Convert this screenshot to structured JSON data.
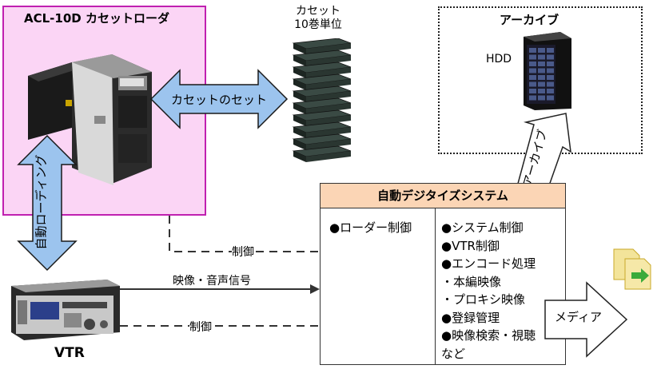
{
  "loader": {
    "title": "ACL-10D カセットローダ"
  },
  "cassette": {
    "title_line1": "カセット",
    "title_line2": "10巻単位"
  },
  "archive": {
    "title": "アーカイブ",
    "hdd_label": "HDD"
  },
  "arrows": {
    "cassette_set": "カセットのセット",
    "auto_loading": "自動ローディング",
    "archive": "アーカイブ",
    "media": "メディア"
  },
  "lines": {
    "control_top": "制御",
    "video_audio": "映像・音声信号",
    "control_bottom": "制御"
  },
  "system": {
    "title": "自動デジタイズシステム",
    "left_items": [
      "●ローダー制御"
    ],
    "right_items": [
      "●システム制御",
      "●VTR制御",
      "●エンコード処理",
      "・本編映像",
      "・プロキシ映像",
      "●登録管理",
      "●映像検索・視聴",
      "など"
    ]
  },
  "vtr": {
    "label": "VTR"
  }
}
